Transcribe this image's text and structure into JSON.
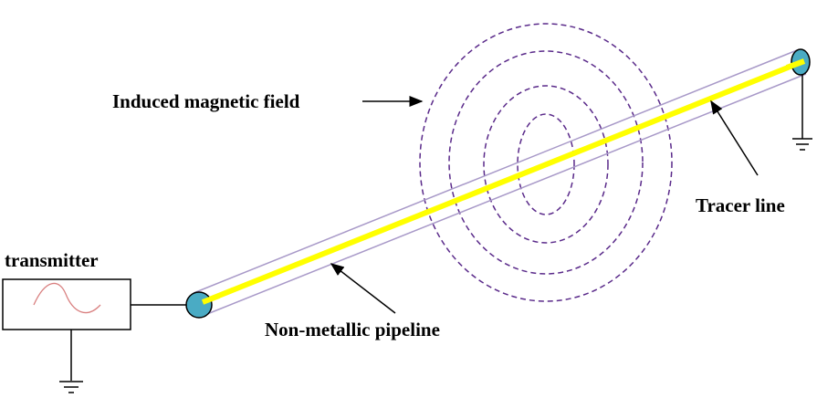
{
  "labels": {
    "transmitter": "transmitter",
    "induced_field": "Induced magnetic field",
    "tracer_line": "Tracer line",
    "pipeline": "Non-metallic pipeline"
  },
  "colors": {
    "tracer": "#ffff00",
    "pipe_outline": "#a899c8",
    "field": "#5a2a8a",
    "end_cap": "#4aabc4",
    "sine": "#d98080"
  }
}
